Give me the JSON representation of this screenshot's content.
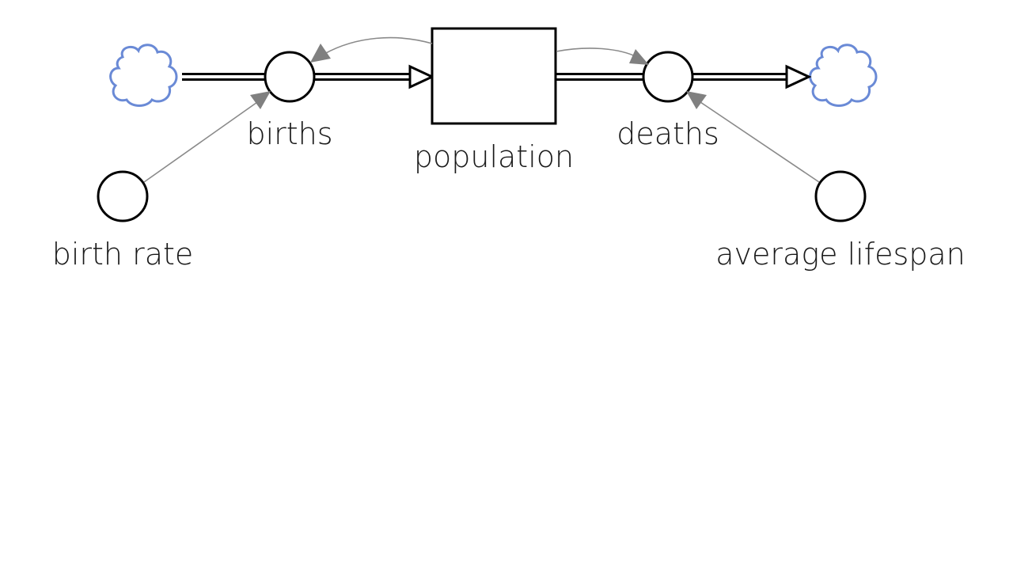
{
  "diagram": {
    "stock": {
      "label": "population"
    },
    "flows": [
      {
        "label": "births"
      },
      {
        "label": "deaths"
      }
    ],
    "auxiliaries": [
      {
        "label": "birth rate"
      },
      {
        "label": "average lifespan"
      }
    ],
    "colors": {
      "cloud_stroke": "#6a8ad6",
      "link": "#808080",
      "outline": "#000000"
    }
  }
}
